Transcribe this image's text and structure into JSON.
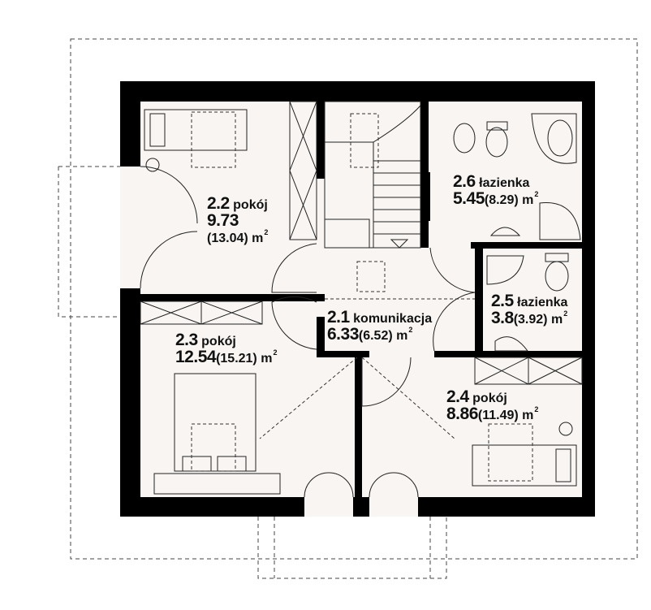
{
  "colors": {
    "wall": "#000000",
    "floor": "#f8f5f2",
    "line": "#222222"
  },
  "rooms": [
    {
      "number": "2.1",
      "name": "komunikacja",
      "area": "6.33",
      "gross": "(6.52)",
      "unit": "m",
      "sup": "2"
    },
    {
      "number": "2.2",
      "name": "pokój",
      "area": "9.73",
      "gross": "(13.04)",
      "unit": "m",
      "sup": "2"
    },
    {
      "number": "2.3",
      "name": "pokój",
      "area": "12.54",
      "gross": "(15.21)",
      "unit": "m",
      "sup": "2"
    },
    {
      "number": "2.4",
      "name": "pokój",
      "area": "8.86",
      "gross": "(11.49)",
      "unit": "m",
      "sup": "2"
    },
    {
      "number": "2.5",
      "name": "łazienka",
      "area": "3.8",
      "gross": "(3.92)",
      "unit": "m",
      "sup": "2"
    },
    {
      "number": "2.6",
      "name": "łazienka",
      "area": "5.45",
      "gross": "(8.29)",
      "unit": "m",
      "sup": "2"
    }
  ]
}
